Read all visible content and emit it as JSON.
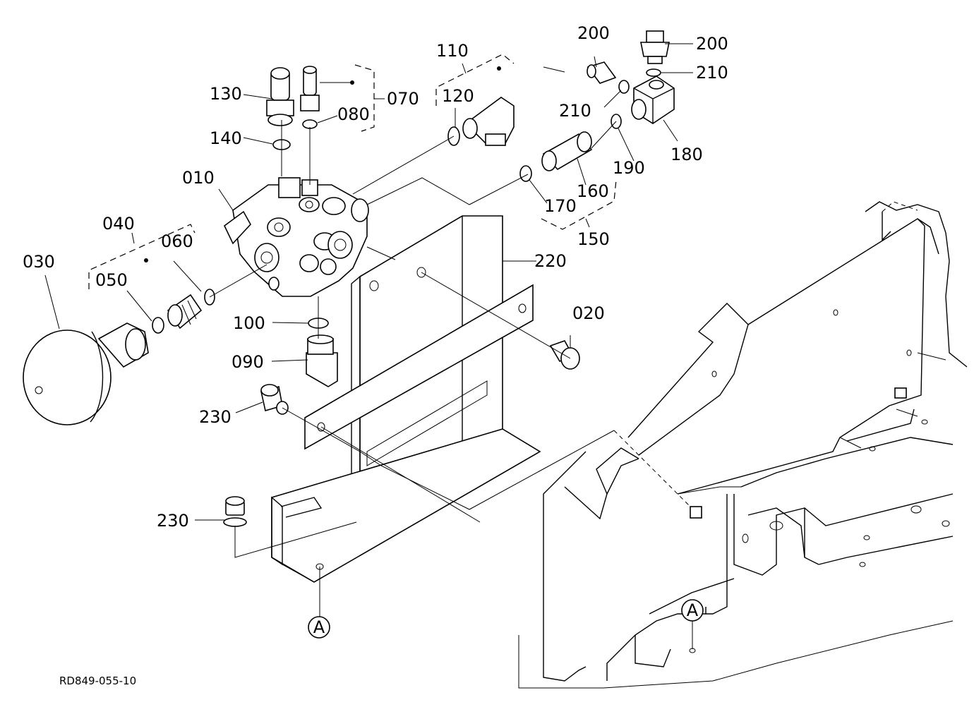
{
  "drawing_code": "RD849-055-10",
  "callouts": {
    "p010": "010",
    "p020": "020",
    "p030": "030",
    "p040": "040",
    "p050": "050",
    "p060": "060",
    "p070": "070",
    "p080": "080",
    "p090": "090",
    "p100": "100",
    "p110": "110",
    "p120": "120",
    "p130": "130",
    "p140": "140",
    "p150": "150",
    "p160": "160",
    "p170": "170",
    "p180": "180",
    "p190": "190",
    "p200a": "200",
    "p200b": "200",
    "p210a": "210",
    "p210b": "210",
    "p220": "220",
    "p230a": "230",
    "p230b": "230"
  },
  "reference_marks": {
    "left": "A",
    "right": "A"
  }
}
